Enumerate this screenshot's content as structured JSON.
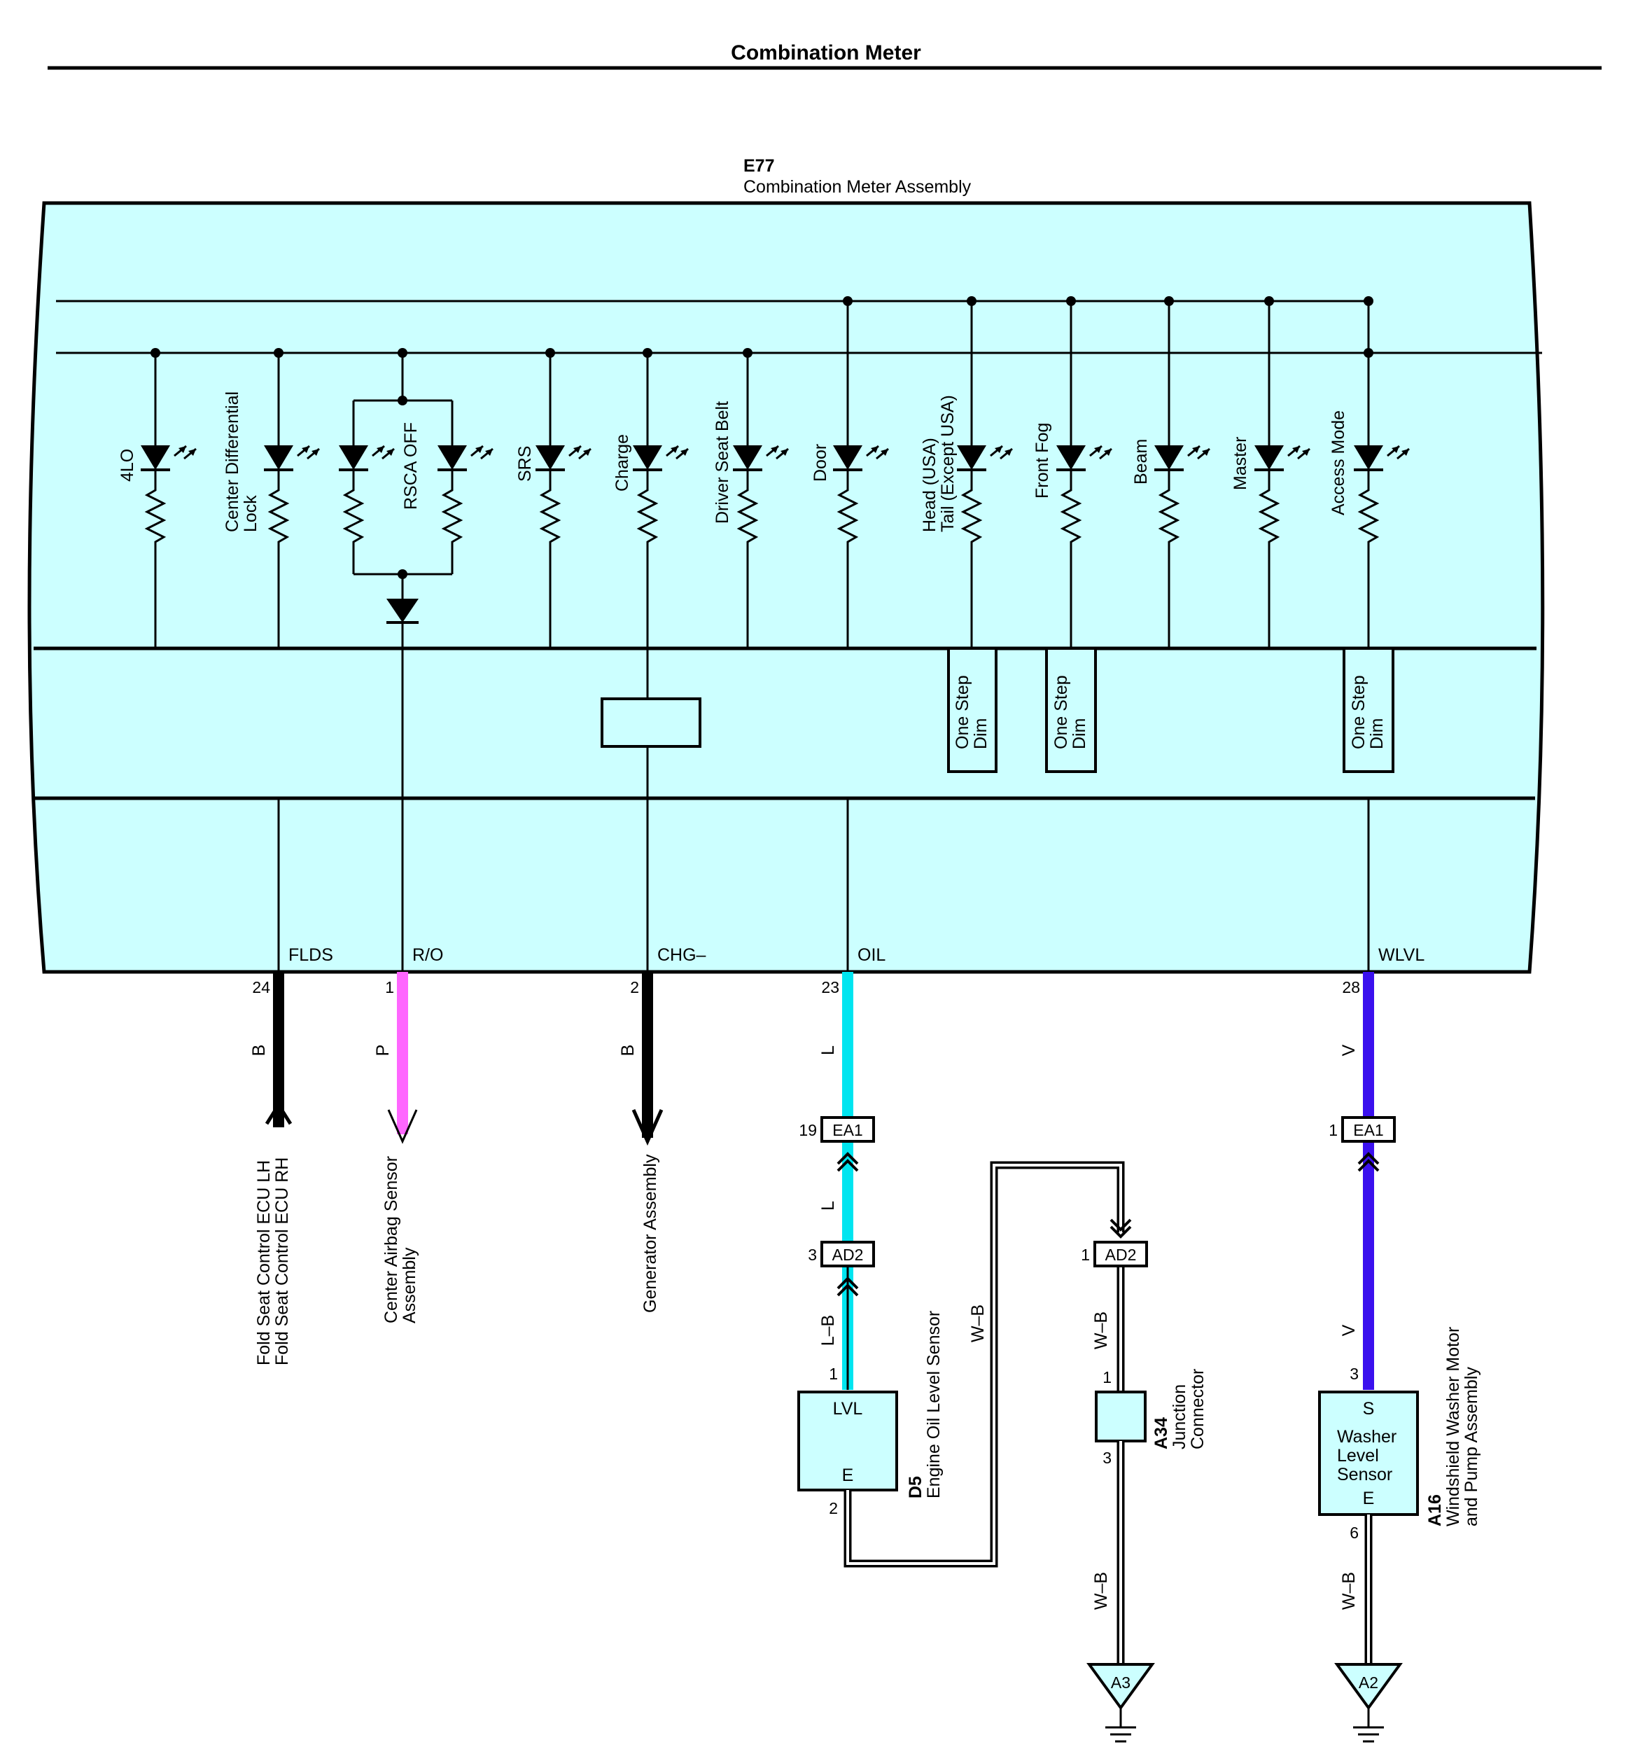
{
  "page_title": "Combination Meter",
  "assembly": {
    "code": "E77",
    "name": "Combination Meter Assembly"
  },
  "indicators": [
    {
      "lines": [
        "4LO"
      ]
    },
    {
      "lines": [
        "Center Differential",
        "Lock"
      ]
    },
    {
      "lines": [
        "RSCA OFF"
      ]
    },
    {
      "lines": [
        "SRS"
      ]
    },
    {
      "lines": [
        "Charge"
      ]
    },
    {
      "lines": [
        "Driver Seat Belt"
      ]
    },
    {
      "lines": [
        "Door"
      ]
    },
    {
      "lines": [
        "Head (USA)",
        "Tail (Except USA)"
      ]
    },
    {
      "lines": [
        "Front Fog"
      ]
    },
    {
      "lines": [
        "Beam"
      ]
    },
    {
      "lines": [
        "Master"
      ]
    },
    {
      "lines": [
        "Access Mode"
      ]
    }
  ],
  "dim_boxes": [
    {
      "lines": [
        "One Step",
        "Dim"
      ]
    },
    {
      "lines": [
        "One Step",
        "Dim"
      ]
    },
    {
      "lines": [
        "One Step",
        "Dim"
      ]
    }
  ],
  "terminals": [
    {
      "name": "FLDS",
      "pin": "24",
      "wire": "B",
      "color": "#000000",
      "dest": [
        "Fold Seat Control ECU LH",
        "Fold Seat Control ECU RH"
      ]
    },
    {
      "name": "R/O",
      "pin": "1",
      "wire": "P",
      "color": "#ff66ff",
      "dest": [
        "Center Airbag Sensor",
        "Assembly"
      ]
    },
    {
      "name": "CHG–",
      "pin": "2",
      "wire": "B",
      "color": "#000000",
      "dest": [
        "Generator Assembly"
      ]
    },
    {
      "name": "OIL",
      "pin": "23",
      "wire": "L",
      "color": "#00e5f0"
    },
    {
      "name": "WLVL",
      "pin": "28",
      "wire": "V",
      "color": "#3a10ee"
    }
  ],
  "oil_circuit": {
    "ea1": {
      "label": "EA1",
      "pin": "19"
    },
    "wire_after_ea1": "L",
    "ad2": {
      "label": "AD2",
      "pin": "3"
    },
    "wire_after_ad2": "L–B",
    "sensor_pin_top": "1",
    "sensor_pin_bottom": "2",
    "sensor": {
      "code": "D5",
      "name": "Engine Oil Level Sensor",
      "top": "LVL",
      "bottom": "E"
    },
    "loop_wire": "W–B",
    "ground_connector": {
      "label": "AD2",
      "pin": "1"
    },
    "wire_to_junction": "W–B",
    "junction": {
      "code": "A34",
      "name": [
        "Junction",
        "Connector"
      ],
      "pin_top": "1",
      "pin_bottom": "3"
    },
    "wire_to_ground": "W–B",
    "ground": "A3"
  },
  "washer_circuit": {
    "ea1": {
      "label": "EA1",
      "pin": "1"
    },
    "wire_after_ea1": "V",
    "sensor_pin_top": "3",
    "sensor": {
      "code": "A16",
      "name": [
        "Windshield Washer Motor",
        "and Pump Assembly"
      ],
      "top": "S",
      "body": [
        "Washer",
        "Level",
        "Sensor"
      ],
      "bottom": "E"
    },
    "sensor_pin_bottom": "6",
    "wire_to_ground": "W–B",
    "ground": "A2"
  },
  "colors": {
    "panel_fill": "#ccffff",
    "line": "#000000"
  }
}
